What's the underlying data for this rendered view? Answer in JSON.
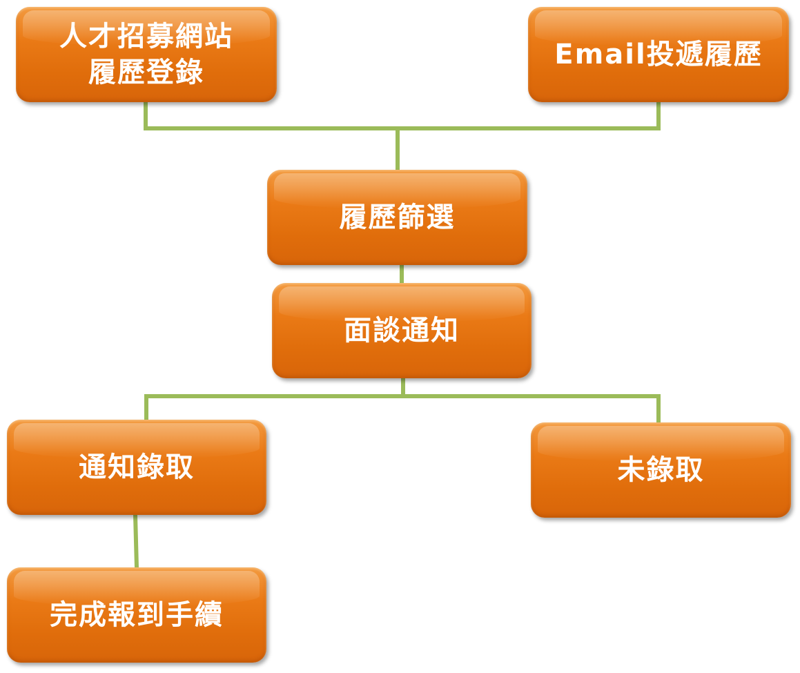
{
  "nodes": {
    "register": "人才招募網站\n履歷登錄",
    "email": "Email投遞履歷",
    "screening": "履歷篩選",
    "interview": "面談通知",
    "hire": "通知錄取",
    "reject": "未錄取",
    "onboarding": "完成報到手續"
  },
  "colors": {
    "node_fill": "#e8740f",
    "node_text": "#ffffff",
    "connector": "#9bbb59"
  }
}
